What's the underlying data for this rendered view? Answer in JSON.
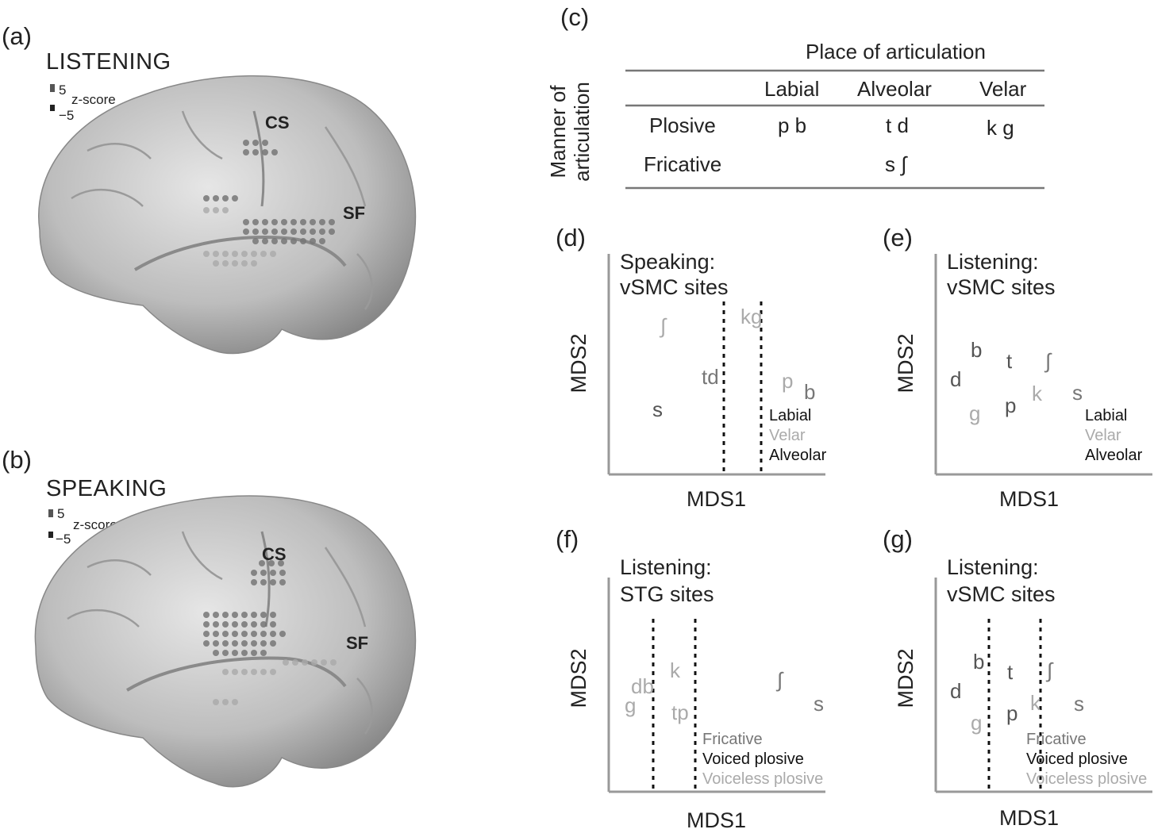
{
  "colors": {
    "dark": "#555555",
    "mid": "#777777",
    "light": "#aaaaaa",
    "black": "#111111",
    "axis": "#999999"
  },
  "panel_a": {
    "label": "(a)",
    "title": "LISTENING",
    "legend_max": "5",
    "legend_min": "−5",
    "legend_text": "z-score",
    "cs": "CS",
    "sf": "SF"
  },
  "panel_b": {
    "label": "(b)",
    "title": "SPEAKING",
    "legend_max": "5",
    "legend_min": "−5",
    "legend_text": "z-score",
    "cs": "CS",
    "sf": "SF"
  },
  "panel_c": {
    "label": "(c)",
    "header": "Place of articulation",
    "row_axis": [
      "Manner of",
      "articulation"
    ],
    "columns": [
      "Labial",
      "Alveolar",
      "Velar"
    ],
    "rows": [
      {
        "manner": "Plosive",
        "cells": [
          "p b",
          "t d",
          "k g"
        ]
      },
      {
        "manner": "Fricative",
        "cells": [
          "",
          "s ∫",
          ""
        ]
      }
    ]
  },
  "chart_data": [
    {
      "panel": "(d)",
      "type": "scatter",
      "title": [
        "Speaking:",
        "vSMC sites"
      ],
      "xlabel": "MDS1",
      "ylabel": "MDS2",
      "legend": [
        {
          "name": "Labial",
          "color": "#111111"
        },
        {
          "name": "Velar",
          "color": "#aaaaaa"
        },
        {
          "name": "Alveolar",
          "color": "#111111"
        }
      ],
      "points": [
        {
          "label": "∫",
          "color": "#aaaaaa"
        },
        {
          "label": "td",
          "color": "#777777"
        },
        {
          "label": "s",
          "color": "#555555"
        },
        {
          "label": "kg",
          "color": "#aaaaaa"
        },
        {
          "label": "p",
          "color": "#aaaaaa"
        },
        {
          "label": "b",
          "color": "#777777"
        }
      ]
    },
    {
      "panel": "(e)",
      "type": "scatter",
      "title": [
        "Listening:",
        "vSMC sites"
      ],
      "xlabel": "MDS1",
      "ylabel": "MDS2",
      "legend": [
        {
          "name": "Labial",
          "color": "#111111"
        },
        {
          "name": "Velar",
          "color": "#aaaaaa"
        },
        {
          "name": "Alveolar",
          "color": "#111111"
        }
      ],
      "points": [
        {
          "label": "b",
          "color": "#555555"
        },
        {
          "label": "d",
          "color": "#555555"
        },
        {
          "label": "g",
          "color": "#aaaaaa"
        },
        {
          "label": "t",
          "color": "#555555"
        },
        {
          "label": "p",
          "color": "#555555"
        },
        {
          "label": "∫",
          "color": "#777777"
        },
        {
          "label": "k",
          "color": "#aaaaaa"
        },
        {
          "label": "s",
          "color": "#777777"
        }
      ]
    },
    {
      "panel": "(f)",
      "type": "scatter",
      "title": [
        "Listening:",
        "STG sites"
      ],
      "xlabel": "MDS1",
      "ylabel": "MDS2",
      "legend": [
        {
          "name": "Fricative",
          "color": "#777777"
        },
        {
          "name": "Voiced plosive",
          "color": "#111111"
        },
        {
          "name": "Voiceless plosive",
          "color": "#aaaaaa"
        }
      ],
      "points": [
        {
          "label": "db",
          "color": "#aaaaaa"
        },
        {
          "label": "g",
          "color": "#aaaaaa"
        },
        {
          "label": "k",
          "color": "#aaaaaa"
        },
        {
          "label": "tp",
          "color": "#aaaaaa"
        },
        {
          "label": "∫",
          "color": "#777777"
        },
        {
          "label": "s",
          "color": "#777777"
        }
      ]
    },
    {
      "panel": "(g)",
      "type": "scatter",
      "title": [
        "Listening:",
        "vSMC sites"
      ],
      "xlabel": "MDS1",
      "ylabel": "MDS2",
      "legend": [
        {
          "name": "Fricative",
          "color": "#777777"
        },
        {
          "name": "Voiced plosive",
          "color": "#111111"
        },
        {
          "name": "Voiceless plosive",
          "color": "#aaaaaa"
        }
      ],
      "points": [
        {
          "label": "b",
          "color": "#555555"
        },
        {
          "label": "d",
          "color": "#555555"
        },
        {
          "label": "g",
          "color": "#aaaaaa"
        },
        {
          "label": "t",
          "color": "#555555"
        },
        {
          "label": "p",
          "color": "#555555"
        },
        {
          "label": "∫",
          "color": "#777777"
        },
        {
          "label": "k",
          "color": "#aaaaaa"
        },
        {
          "label": "s",
          "color": "#777777"
        }
      ]
    }
  ]
}
